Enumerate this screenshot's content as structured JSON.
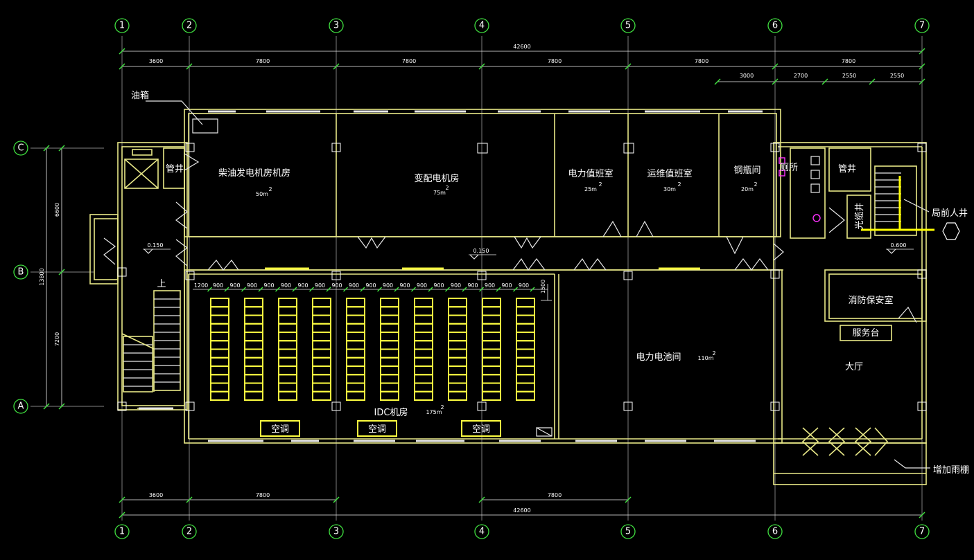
{
  "plan": {
    "axes_x": [
      "1",
      "2",
      "3",
      "4",
      "5",
      "6",
      "7"
    ],
    "axes_y": [
      "C",
      "B",
      "A"
    ],
    "top_dims": {
      "overall": "42600",
      "spans": [
        "3600",
        "7800",
        "7800",
        "7800",
        "7800",
        "7800"
      ],
      "right_sub": [
        "3000",
        "2700",
        "2550",
        "2550"
      ]
    },
    "bottom_dims": {
      "overall": "42600",
      "spans": [
        "3600",
        "7800",
        "7800"
      ]
    },
    "left_dims": {
      "overall": "13800",
      "spans": [
        "6600",
        "7200"
      ]
    },
    "rack_dims": [
      "1200",
      "900",
      "900",
      "900",
      "900",
      "900",
      "900",
      "900",
      "900",
      "900",
      "900",
      "900",
      "900",
      "900",
      "900",
      "900",
      "900",
      "900",
      "900",
      "900"
    ],
    "rack_side_dim": "1500",
    "levels": [
      "0.150",
      "0.150",
      "0.600"
    ],
    "rooms": {
      "oil_tank": "油箱",
      "pipe_shaft_left": "管井",
      "diesel_room": "柴油发电机房机房",
      "diesel_area": "50m",
      "transformer_room": "变配电机房",
      "transformer_area": "75m",
      "power_duty": "电力值班室",
      "power_duty_area": "25m",
      "ops_duty": "运维值班室",
      "ops_duty_area": "30m",
      "bottle_room": "钢瓶间",
      "bottle_area": "20m",
      "toilet": "厕所",
      "pipe_shaft_right": "管井",
      "weak_shaft": "光缆井",
      "manhole": "局前人井",
      "fire_room": "消防保安室",
      "service_desk": "服务台",
      "hall": "大厅",
      "battery_room": "电力电池间",
      "battery_area": "110m",
      "idc_room": "IDC机房",
      "idc_area": "175m",
      "up": "上",
      "canopy": "增加雨棚",
      "area_sup": "2"
    },
    "ac_units": [
      "空调",
      "空调",
      "空调"
    ]
  }
}
